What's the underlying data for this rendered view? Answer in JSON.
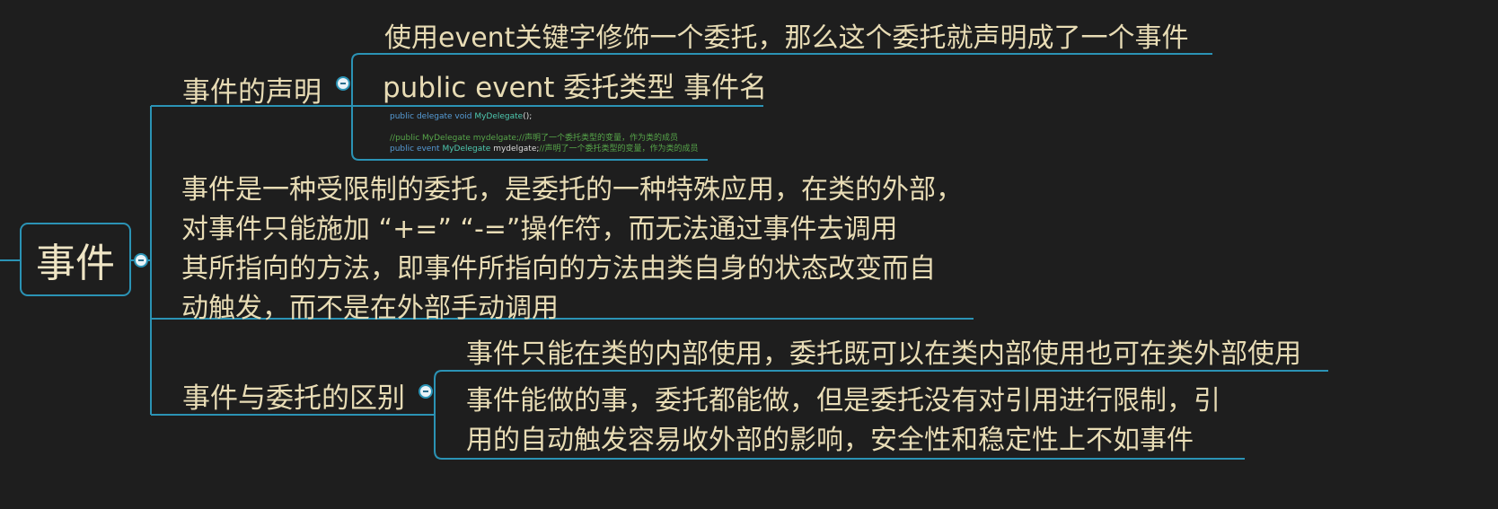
{
  "root": {
    "label": "事件"
  },
  "declaration": {
    "label": "事件的声明",
    "children": [
      "使用event关键字修饰一个委托，那么这个委托就声明成了一个事件",
      "public event 委托类型 事件名"
    ],
    "code": {
      "line1": {
        "kw": "public delegate void",
        "type": "MyDelegate",
        "tail": "();"
      },
      "line2": "//public MyDelegate mydelgate;//声明了一个委托类型的变量，作为类的成员",
      "line3": {
        "kw": "public event",
        "type": "MyDelegate",
        "name": "mydelgate;",
        "comment": "//声明了一个委托类型的变量，作为类的成员"
      }
    }
  },
  "description": {
    "lines": [
      "事件是一种受限制的委托，是委托的一种特殊应用，在类的外部，",
      "对事件只能施加 “+=” “-=”操作符，而无法通过事件去调用",
      "其所指向的方法，即事件所指向的方法由类自身的状态改变而自",
      "动触发，而不是在外部手动调用"
    ]
  },
  "difference": {
    "label": "事件与委托的区别",
    "children": [
      {
        "lines": [
          "事件只能在类的内部使用，委托既可以在类内部使用也可在类外部使用"
        ]
      },
      {
        "lines": [
          "事件能做的事，委托都能做，但是委托没有对引用进行限制，引",
          "用的自动触发容易收外部的影响，安全性和稳定性上不如事件"
        ]
      }
    ]
  },
  "colors": {
    "background": "#1e1e1e",
    "line": "#2b93b5",
    "text": "#e8dcb5"
  }
}
